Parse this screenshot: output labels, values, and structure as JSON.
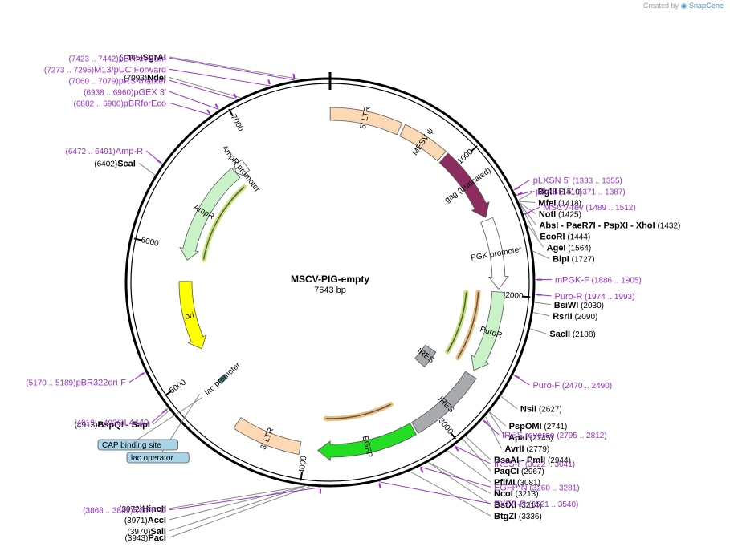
{
  "credit": {
    "prefix": "Created by",
    "brand": "SnapGene"
  },
  "plasmid": {
    "name": "MSCV-PIG-empty",
    "size_label": "7643 bp",
    "length": 7643
  },
  "ticks": [
    {
      "pos": 1000,
      "label": "1000"
    },
    {
      "pos": 2000,
      "label": "2000"
    },
    {
      "pos": 3000,
      "label": "3000"
    },
    {
      "pos": 4000,
      "label": "4000"
    },
    {
      "pos": 5000,
      "label": "5000"
    },
    {
      "pos": 6000,
      "label": "6000"
    },
    {
      "pos": 7000,
      "label": "7000"
    }
  ],
  "features": [
    {
      "id": "ltr5",
      "label": "5' LTR",
      "start": 1,
      "end": 515,
      "type": "box",
      "color": "#fcd9b4",
      "ring": 210,
      "width": 16
    },
    {
      "id": "mesv",
      "label": "MESV ψ",
      "start": 540,
      "end": 880,
      "type": "box",
      "color": "#fcd9b4",
      "ring": 210,
      "width": 16
    },
    {
      "id": "gag",
      "label": "gag (truncated)",
      "start": 900,
      "end": 1430,
      "type": "arrow",
      "dir": 1,
      "color": "#8b2d5e",
      "ring": 210,
      "width": 16
    },
    {
      "id": "pgk",
      "label": "PGK promoter",
      "start": 1450,
      "end": 1960,
      "type": "arrow",
      "dir": 1,
      "color": "#ffffff",
      "ring": 210,
      "width": 16
    },
    {
      "id": "puror",
      "label": "PuroR",
      "start": 1980,
      "end": 2580,
      "type": "arrow",
      "dir": 1,
      "color": "#c9f2c9",
      "ring": 210,
      "width": 16
    },
    {
      "id": "ires",
      "label": "IRES",
      "start": 2620,
      "end": 3180,
      "type": "box",
      "color": "#a7abb0",
      "ring": 210,
      "width": 16
    },
    {
      "id": "egfp",
      "label": "EGFP",
      "start": 3195,
      "end": 3910,
      "type": "arrow",
      "dir": 1,
      "color": "#22dd22",
      "ring": 210,
      "width": 16
    },
    {
      "id": "ltr3",
      "label": "3' LTR",
      "start": 4040,
      "end": 4530,
      "type": "box",
      "color": "#fcd9b4",
      "ring": 210,
      "width": 16
    },
    {
      "id": "ori",
      "label": "ori",
      "start": 5150,
      "end": 5740,
      "type": "arrow",
      "dir": -1,
      "color": "#ffff00",
      "ring": 180,
      "width": 16
    },
    {
      "id": "ampr",
      "label": "AmpR",
      "start": 5920,
      "end": 6780,
      "type": "arrow",
      "dir": -1,
      "color": "#c9f2c9",
      "ring": 180,
      "width": 16
    },
    {
      "id": "amprprom",
      "label": "AmpR promoter",
      "start": 6780,
      "end": 6885,
      "type": "arrow",
      "dir": -1,
      "color": "#ffffff",
      "ring": 180,
      "width": 16
    },
    {
      "id": "inner_ires",
      "label": "IRES",
      "start": 2620,
      "end": 2800,
      "type": "box",
      "color": "#a7abb0",
      "ring": 150,
      "width": 16
    },
    {
      "id": "lacprom",
      "label": "lac promoter",
      "start": 4820,
      "end": 4860,
      "type": "box",
      "color": "#3f8a8a",
      "ring": 180,
      "width": 10
    }
  ],
  "highlights": [
    {
      "start": 1990,
      "end": 2560,
      "ring": 185,
      "color": "#e6a040"
    },
    {
      "start": 3260,
      "end": 3860,
      "ring": 170,
      "color": "#e6a040"
    },
    {
      "start": 5950,
      "end": 6750,
      "ring": 160,
      "color": "#a8d830"
    },
    {
      "start": 2000,
      "end": 2560,
      "ring": 170,
      "color": "#a8d830"
    }
  ],
  "enzymes": [
    {
      "name": "SgrAI",
      "pos_label": "(7465)",
      "pos": 7465
    },
    {
      "name": "NdeI",
      "pos_label": "(7093)",
      "pos": 7093
    },
    {
      "name": "ScaI",
      "pos_label": "(6402)",
      "pos": 6402
    },
    {
      "name": "BglII",
      "pos_label": "(1410)",
      "pos": 1410
    },
    {
      "name": "MfeI",
      "pos_label": "(1418)",
      "pos": 1418
    },
    {
      "name": "NotI",
      "pos_label": "(1425)",
      "pos": 1425
    },
    {
      "name": "AbsI - PaeR7I - PspXI - XhoI",
      "pos_label": "(1432)",
      "pos": 1432
    },
    {
      "name": "EcoRI",
      "pos_label": "(1444)",
      "pos": 1444
    },
    {
      "name": "AgeI",
      "pos_label": "(1564)",
      "pos": 1564
    },
    {
      "name": "BlpI",
      "pos_label": "(1727)",
      "pos": 1727
    },
    {
      "name": "BsiWI",
      "pos_label": "(2030)",
      "pos": 2030
    },
    {
      "name": "RsrII",
      "pos_label": "(2090)",
      "pos": 2090
    },
    {
      "name": "SacII",
      "pos_label": "(2188)",
      "pos": 2188
    },
    {
      "name": "NsiI",
      "pos_label": "(2627)",
      "pos": 2627
    },
    {
      "name": "PspOMI",
      "pos_label": "(2741)",
      "pos": 2741
    },
    {
      "name": "ApaI",
      "pos_label": "(2745)",
      "pos": 2745
    },
    {
      "name": "AvrII",
      "pos_label": "(2779)",
      "pos": 2779
    },
    {
      "name": "BsaAI - PmlI",
      "pos_label": "(2944)",
      "pos": 2944
    },
    {
      "name": "PaqCI",
      "pos_label": "(2967)",
      "pos": 2967
    },
    {
      "name": "PflMI",
      "pos_label": "(3081)",
      "pos": 3081
    },
    {
      "name": "NcoI",
      "pos_label": "(3213)",
      "pos": 3213
    },
    {
      "name": "BstXI",
      "pos_label": "(3214)",
      "pos": 3214
    },
    {
      "name": "BtgZI",
      "pos_label": "(3336)",
      "pos": 3336
    },
    {
      "name": "PacI",
      "pos_label": "(3943)",
      "pos": 3943
    },
    {
      "name": "SalI",
      "pos_label": "(3970)",
      "pos": 3970
    },
    {
      "name": "AccI",
      "pos_label": "(3971)",
      "pos": 3971
    },
    {
      "name": "HincII",
      "pos_label": "(3972)",
      "pos": 3972
    },
    {
      "name": "BspQI - SapI",
      "pos_label": "(4913)",
      "pos": 4913
    }
  ],
  "primers": [
    {
      "name": "pBRrevBam",
      "pos_label": "(7423 .. 7442)",
      "pos": 7432
    },
    {
      "name": "M13/pUC Forward",
      "pos_label": "(7273 .. 7295)",
      "pos": 7284
    },
    {
      "name": "pRS-marker",
      "pos_label": "(7060 .. 7079)",
      "pos": 7070
    },
    {
      "name": "pGEX 3'",
      "pos_label": "(6938 .. 6960)",
      "pos": 6949
    },
    {
      "name": "pBRforEco",
      "pos_label": "(6882 .. 6900)",
      "pos": 6891
    },
    {
      "name": "Amp-R",
      "pos_label": "(6472 .. 6491)",
      "pos": 6481
    },
    {
      "name": "pLXSN 5'",
      "pos_label": "(1333 .. 1355)",
      "pos": 1344
    },
    {
      "name": "pBABE 5'",
      "pos_label": "(1371 .. 1387)",
      "pos": 1379
    },
    {
      "name": "MSCV-rev",
      "pos_label": "(1489 .. 1512)",
      "pos": 1500
    },
    {
      "name": "mPGK-F",
      "pos_label": "(1886 .. 1905)",
      "pos": 1895
    },
    {
      "name": "Puro-R",
      "pos_label": "(1974 .. 1993)",
      "pos": 1983
    },
    {
      "name": "Puro-F",
      "pos_label": "(2470 .. 2490)",
      "pos": 2480
    },
    {
      "name": "IRES reverse",
      "pos_label": "(2795 .. 2812)",
      "pos": 2803
    },
    {
      "name": "IRES-F",
      "pos_label": "(3022 .. 3041)",
      "pos": 3031
    },
    {
      "name": "EGFP-N",
      "pos_label": "(3260 .. 3281)",
      "pos": 3270
    },
    {
      "name": "EXFP-R",
      "pos_label": "(3521 .. 3540)",
      "pos": 3530
    },
    {
      "name": "EGFP-C",
      "pos_label": "(3868 .. 3889)",
      "pos": 3878
    },
    {
      "name": "pBR322ori-F",
      "pos_label": "(5170 .. 5189)",
      "pos": 5180
    },
    {
      "name": "L4440",
      "pos_label": "(4919 .. 4936)",
      "pos": 4927
    }
  ],
  "boxes": [
    {
      "label": "CAP binding site",
      "pos": 4840
    },
    {
      "label": "lac operator",
      "pos": 4870
    }
  ],
  "colors": {
    "backbone": "#000000",
    "enzyme_line": "#888888",
    "primer_line": "#9b30c9",
    "box_fill": "#a9d3e6",
    "box_stroke": "#555555"
  }
}
